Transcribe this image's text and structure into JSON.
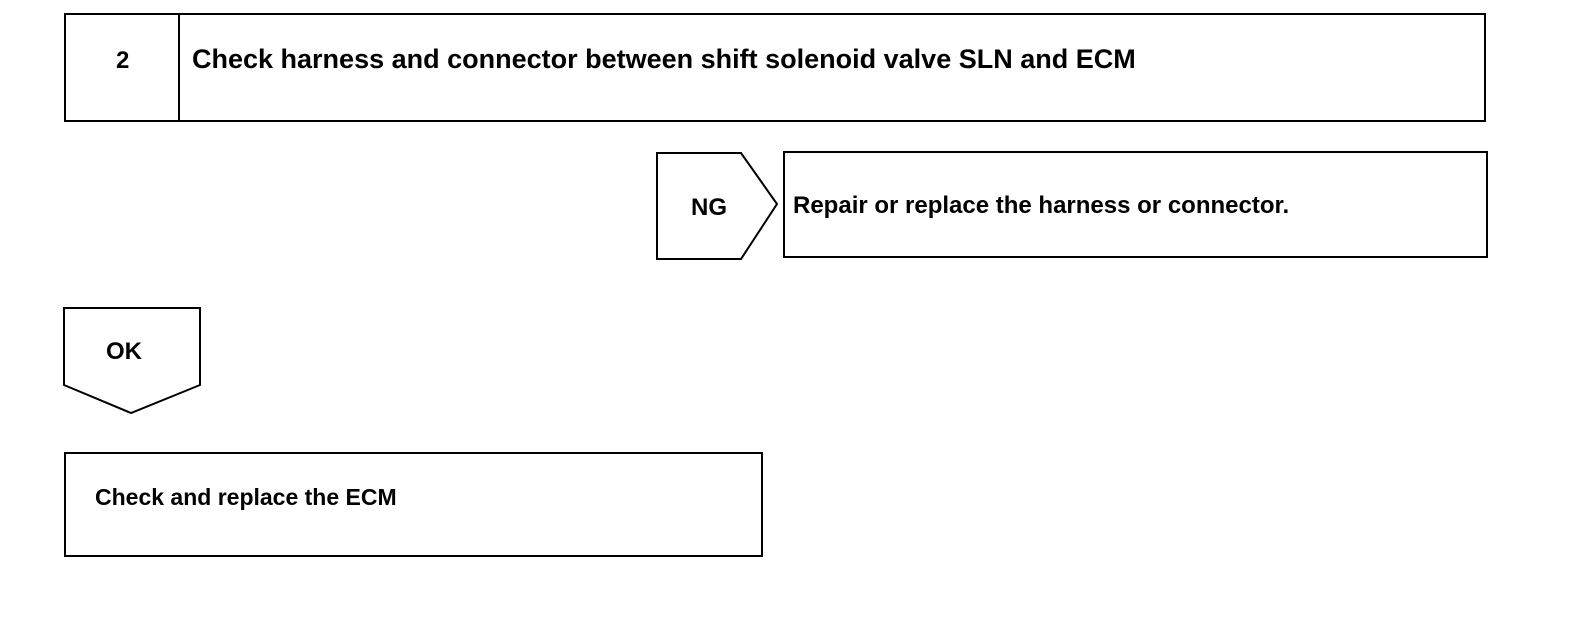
{
  "step": {
    "number": "2",
    "title": "Check harness and connector between shift solenoid valve SLN and ECM"
  },
  "ng_branch": {
    "label": "NG",
    "action": "Repair or replace the harness or connector."
  },
  "ok_branch": {
    "label": "OK",
    "action": "Check and replace the ECM"
  }
}
